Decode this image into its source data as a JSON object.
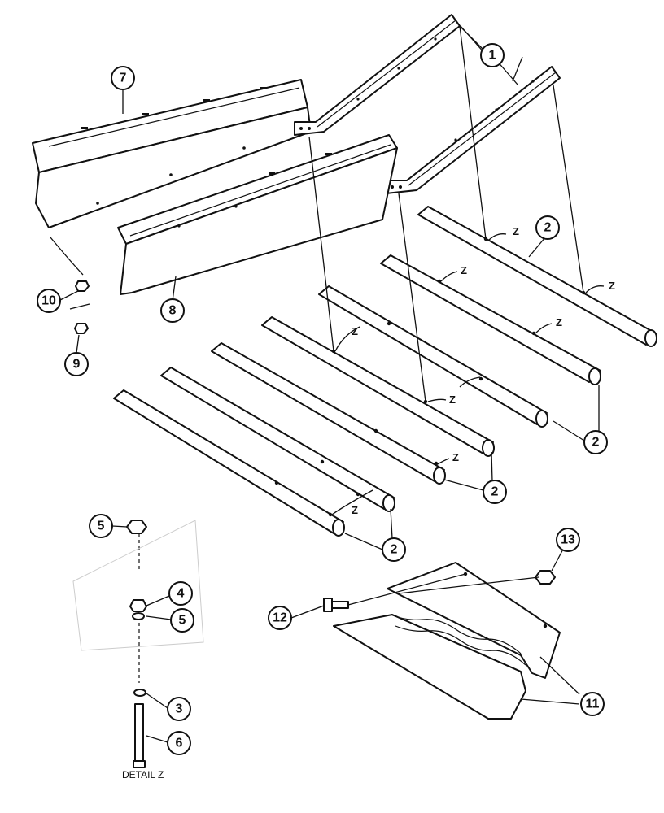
{
  "callouts": {
    "c1": "1",
    "c2": "2",
    "c3": "3",
    "c4": "4",
    "c5": "5",
    "c6": "6",
    "c7": "7",
    "c8": "8",
    "c9": "9",
    "c10": "10",
    "c11": "11",
    "c12": "12",
    "c13": "13"
  },
  "detail_marker": "Z",
  "detail_label": "DETAIL Z"
}
